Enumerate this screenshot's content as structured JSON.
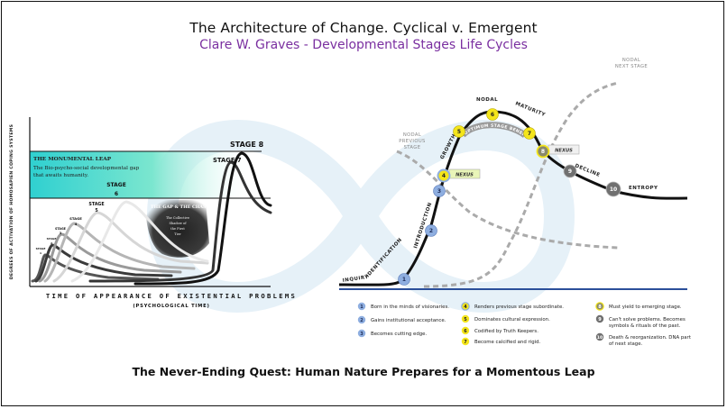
{
  "title": "The Architecture of Change. Cyclical v. Emergent",
  "subtitle": "Clare W. Graves -  Developmental Stages Life Cycles",
  "footer": "The Never-Ending Quest: Human Nature Prepares for a Momentous Leap",
  "colors": {
    "purple": "#7a2fa0",
    "teal": "#1fbfbf",
    "yellow": "#f4e51a",
    "blue_node": "#8eaee0",
    "grey_node": "#707070",
    "baseline": "#2b4f9a"
  },
  "left": {
    "y_axis_label": "DEGREES OF ACTIVATION OF HOMOSAPIEN COPING SYSTEMS",
    "x_axis_label": "TIME OF APPEARANCE OF EXISTENTIAL PROBLEMS",
    "x_axis_sub": "(PSYCHOLOGICAL TIME)",
    "leap_title": "THE MONUMENTAL LEAP",
    "leap_text_1": "The Bio-psycho-social developmental gap",
    "leap_text_2": "that awaits humanity.",
    "gap_title": "THE GAP & THE CHASM",
    "gap_text_1": "The Collective",
    "gap_text_2": "Shadow of",
    "gap_text_3": "the First",
    "gap_text_4": "Tier",
    "stage_labels": [
      "STAGE 8",
      "STAGE 7",
      "STAGE",
      "6",
      "STAGE",
      "5",
      "STAGE",
      "4",
      "STAGE",
      "3",
      "STAGE",
      "2",
      "STAGE",
      "1"
    ]
  },
  "right": {
    "curve_labels": [
      "INQUIRY",
      "IDENTIFICATION",
      "INTRODUCTION",
      "GROWTH",
      "NODAL",
      "MATURITY",
      "DECLINE",
      "ENTROPY",
      "OPTIMUM STAGE BENEFIT"
    ],
    "nexus_1": "NEXUS",
    "nexus_2": "NEXUS",
    "nodal_previous": [
      "NODAL",
      "PREVIOUS",
      "STAGE"
    ],
    "nodal_next": [
      "NODAL",
      "NEXT STAGE"
    ],
    "nodes": [
      "1",
      "2",
      "3",
      "4",
      "5",
      "6",
      "7",
      "8",
      "9",
      "10"
    ]
  },
  "legend": [
    {
      "num": "1",
      "text": "Born in the minds of  visionaries.",
      "color": "blue"
    },
    {
      "num": "2",
      "text": "Gains institutional acceptance.",
      "color": "blue"
    },
    {
      "num": "3",
      "text": "Becomes cutting edge.",
      "color": "blue"
    },
    {
      "num": "4",
      "text": "Renders previous stage subordinate.",
      "color": "blue-yellow"
    },
    {
      "num": "5",
      "text": "Dominates cultural expression.",
      "color": "yellow"
    },
    {
      "num": "6",
      "text": "Codified by Truth Keepers.",
      "color": "yellow"
    },
    {
      "num": "7",
      "text": "Become calcified and rigid.",
      "color": "yellow"
    },
    {
      "num": "8",
      "text": "Must yield to emerging stage.",
      "color": "yellow-grey"
    },
    {
      "num": "9",
      "text": "Can't solve problems. Becomes",
      "text2": "symbols & rituals of the past.",
      "color": "grey"
    },
    {
      "num": "10",
      "text": "Death & reorganization. DNA part",
      "text2": "of next stage.",
      "color": "grey"
    }
  ]
}
